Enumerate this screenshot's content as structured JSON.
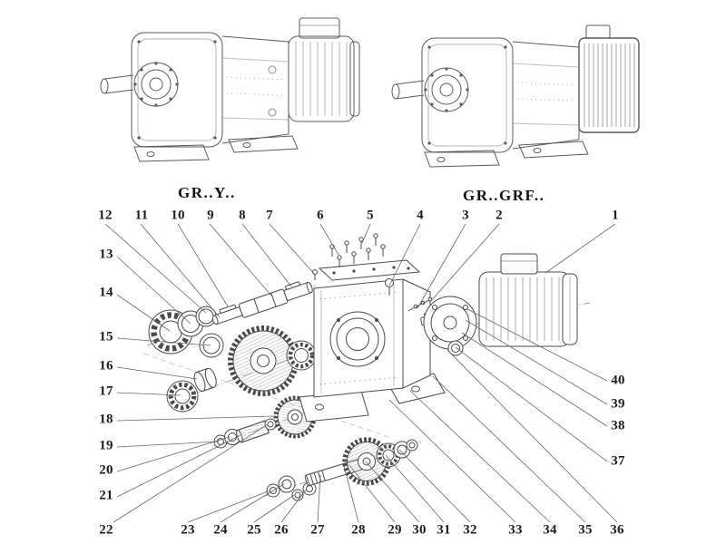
{
  "labels": {
    "left_model": "GR..Y..",
    "right_model": "GR..GRF.."
  },
  "callouts": {
    "top": [
      "12",
      "11",
      "10",
      "9",
      "8",
      "7",
      "6",
      "5",
      "4",
      "3",
      "2",
      "1"
    ],
    "left": [
      "13",
      "14",
      "15",
      "16",
      "17",
      "18",
      "19",
      "20",
      "21",
      "22"
    ],
    "bottom": [
      "23",
      "24",
      "25",
      "26",
      "27",
      "28",
      "29",
      "30",
      "31",
      "32",
      "33",
      "34",
      "35",
      "36"
    ],
    "right": [
      "40",
      "39",
      "38",
      "37"
    ]
  }
}
